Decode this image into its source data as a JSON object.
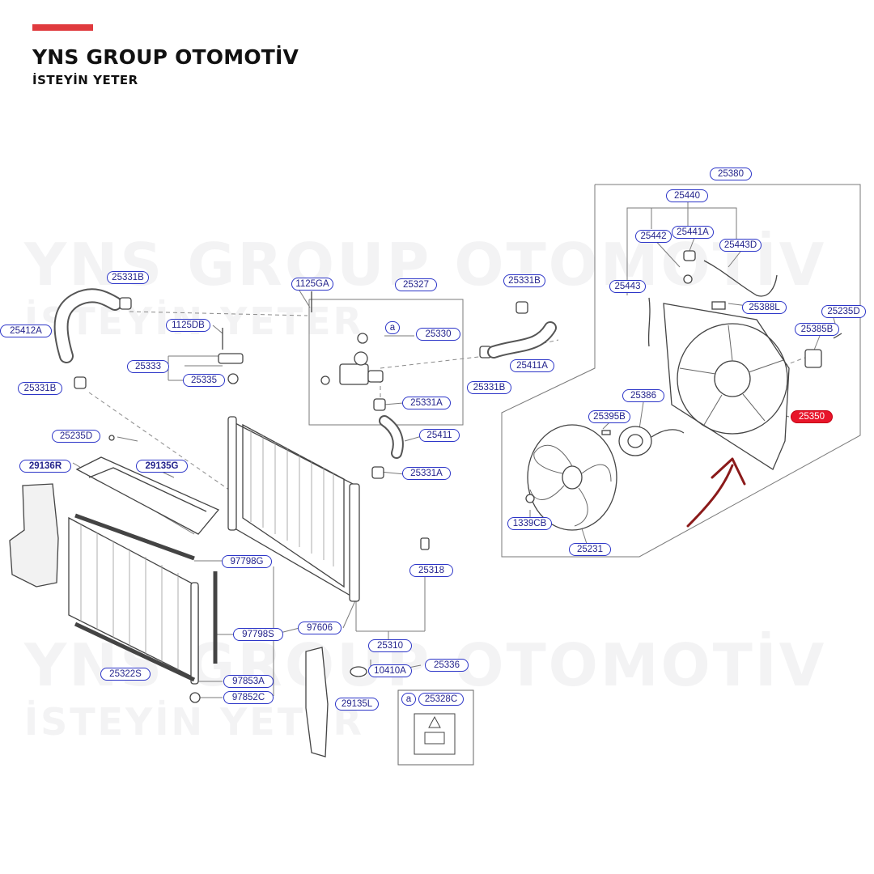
{
  "brand": {
    "name": "YNS GROUP OTOMOTİV",
    "slogan": "İSTEYİN YETER",
    "accent_color": "#e03a3e"
  },
  "watermark": {
    "line1": "YNS GROUP OTOMOTİV",
    "line2": "İSTEYİN YETER"
  },
  "highlight_color": "#e8152a",
  "arrow_color": "#8b1a1a",
  "parts": [
    {
      "id": "25380",
      "code": "25380"
    },
    {
      "id": "25440",
      "code": "25440"
    },
    {
      "id": "25442",
      "code": "25442"
    },
    {
      "id": "25441a",
      "code": "25441A"
    },
    {
      "id": "25443d",
      "code": "25443D"
    },
    {
      "id": "25443",
      "code": "25443"
    },
    {
      "id": "25388l",
      "code": "25388L"
    },
    {
      "id": "25235d-r",
      "code": "25235D"
    },
    {
      "id": "25385b",
      "code": "25385B"
    },
    {
      "id": "25386",
      "code": "25386"
    },
    {
      "id": "25395b",
      "code": "25395B"
    },
    {
      "id": "25350",
      "code": "25350",
      "highlight": true
    },
    {
      "id": "1339cb",
      "code": "1339CB"
    },
    {
      "id": "25231",
      "code": "25231"
    },
    {
      "id": "25331b-1",
      "code": "25331B"
    },
    {
      "id": "25412a",
      "code": "25412A"
    },
    {
      "id": "25331b-2",
      "code": "25331B"
    },
    {
      "id": "1125ga",
      "code": "1125GA"
    },
    {
      "id": "1125db",
      "code": "1125DB"
    },
    {
      "id": "25327",
      "code": "25327"
    },
    {
      "id": "25331b-3",
      "code": "25331B"
    },
    {
      "id": "25330",
      "code": "25330"
    },
    {
      "id": "25333",
      "code": "25333"
    },
    {
      "id": "25335",
      "code": "25335"
    },
    {
      "id": "25411a",
      "code": "25411A"
    },
    {
      "id": "25331b-4",
      "code": "25331B"
    },
    {
      "id": "25331a-1",
      "code": "25331A"
    },
    {
      "id": "25411",
      "code": "25411"
    },
    {
      "id": "25331a-2",
      "code": "25331A"
    },
    {
      "id": "25235d-l",
      "code": "25235D"
    },
    {
      "id": "29136r",
      "code": "29136R",
      "bold": true
    },
    {
      "id": "29135g",
      "code": "29135G",
      "bold": true
    },
    {
      "id": "97798g",
      "code": "97798G"
    },
    {
      "id": "25318",
      "code": "25318"
    },
    {
      "id": "97798s",
      "code": "97798S"
    },
    {
      "id": "97606",
      "code": "97606"
    },
    {
      "id": "25310",
      "code": "25310"
    },
    {
      "id": "25322s",
      "code": "25322S"
    },
    {
      "id": "97853a",
      "code": "97853A"
    },
    {
      "id": "10410a",
      "code": "10410A"
    },
    {
      "id": "25336",
      "code": "25336"
    },
    {
      "id": "97852c",
      "code": "97852C"
    },
    {
      "id": "29135l",
      "code": "29135L"
    },
    {
      "id": "25328c",
      "code": "25328C"
    }
  ],
  "callout": {
    "letter": "a"
  }
}
